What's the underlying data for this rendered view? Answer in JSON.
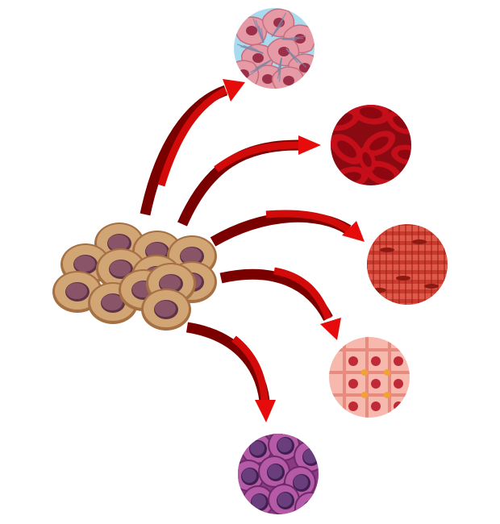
{
  "diagram": {
    "source": {
      "name": "stem-cell-cluster",
      "cell_count": 12
    },
    "targets": [
      {
        "name": "bone-cells"
      },
      {
        "name": "red-blood-cells"
      },
      {
        "name": "skeletal-muscle-cells"
      },
      {
        "name": "cardiac-muscle-cells"
      },
      {
        "name": "white-blood-cells"
      }
    ],
    "colors": {
      "arrow": "#d20a0a",
      "arrow_dark": "#7a0000",
      "stem_cell": "#c99a66",
      "stem_nucleus": "#7b4a5d",
      "bone_bg": "#a9dbef",
      "red_blood": "#c4101a",
      "skeletal_muscle": "#c83a2d",
      "cardiac_muscle": "#f5b0a3",
      "white_blood": "#a24a97"
    }
  }
}
